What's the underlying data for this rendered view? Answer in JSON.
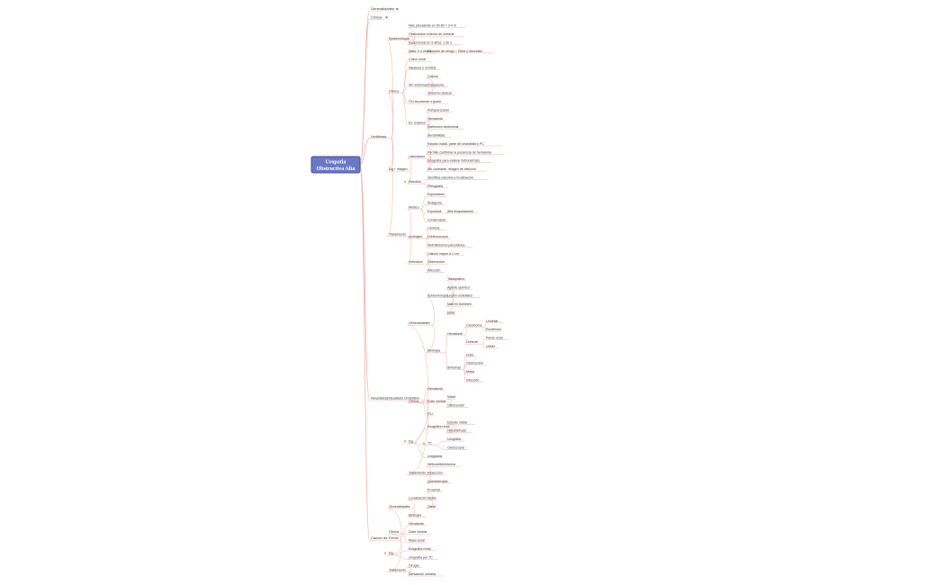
{
  "root": {
    "line1": "Uropatia",
    "line2": "Obstructiva Alta"
  },
  "colors": {
    "line": "#f2a49a",
    "dot_red": "#e24b3d",
    "dot_orange": "#f3a43b",
    "root": "#6b79c4"
  },
  "nodes": [
    {
      "id": "n1",
      "t": "Generalidades",
      "p": "root",
      "dot": "red"
    },
    {
      "id": "n2",
      "t": "Clínica",
      "p": "root",
      "dot": "red"
    },
    {
      "id": "n3",
      "t": "Urolitiasis",
      "p": "root"
    },
    {
      "id": "n4",
      "t": "Epidemiología",
      "p": "n3"
    },
    {
      "id": "n5",
      "t": "Más prevalente en 20-60 = 3-4 /h",
      "p": "n4"
    },
    {
      "id": "n6",
      "t": "Obstrucción externa de ureteral",
      "p": "n4"
    },
    {
      "id": "n7",
      "t": "Recurrencia en 5 años: 1 de 2",
      "p": "n4"
    },
    {
      "id": "n8",
      "t": "Masc 3-4 veces",
      "p": "n4"
    },
    {
      "id": "n9",
      "t": "Factores de riesgo = Dieta y obesidad",
      "p": "n8"
    },
    {
      "id": "n10",
      "t": "Clínica",
      "p": "n3"
    },
    {
      "id": "n11",
      "t": "Cólico renal",
      "p": "n10"
    },
    {
      "id": "n12",
      "t": "Náuseas y vómitos",
      "p": "n10"
    },
    {
      "id": "n13",
      "t": "Sin síntomas",
      "p": "n10"
    },
    {
      "id": "n14",
      "t": "Cólicos",
      "p": "n13"
    },
    {
      "id": "n15",
      "t": "Polaquiuria",
      "p": "n13"
    },
    {
      "id": "n16",
      "t": "Tenesmo vesical",
      "p": "n13"
    },
    {
      "id": "n17",
      "t": "ITU recurrente o grave",
      "p": "n10"
    },
    {
      "id": "n18",
      "t": "Ex. examen",
      "p": "n10"
    },
    {
      "id": "n19",
      "t": "Puñopercusión",
      "p": "n18"
    },
    {
      "id": "n20",
      "t": "Hematuria",
      "p": "n18"
    },
    {
      "id": "n21",
      "t": "Distensión abdominal",
      "p": "n18"
    },
    {
      "id": "n22",
      "t": "Sensibilidad",
      "p": "n18"
    },
    {
      "id": "n23",
      "t": "Dg + Imagen",
      "p": "n3"
    },
    {
      "id": "n24",
      "t": "Laboratorio",
      "p": "n23"
    },
    {
      "id": "n25",
      "t": "Estudio inicial, parte de urianálisis y PC",
      "p": "n24"
    },
    {
      "id": "n26",
      "t": "Permite confirmar la presencia de hematuria",
      "p": "n24"
    },
    {
      "id": "n27",
      "t": "Ecografía para evaluar hidronefrosis",
      "p": "n24"
    },
    {
      "id": "n28",
      "t": "Sin contraste, imagen de elección",
      "p": "n24"
    },
    {
      "id": "n29",
      "t": "Estudios",
      "p": "n23",
      "dot": "orange"
    },
    {
      "id": "n30",
      "t": "Identifica cálculos y localización",
      "p": "n29"
    },
    {
      "id": "n31",
      "t": "Pielografía",
      "p": "n29"
    },
    {
      "id": "n32",
      "t": "Tratamiento",
      "p": "n3"
    },
    {
      "id": "n33",
      "t": "Médico",
      "p": "n32"
    },
    {
      "id": "n34",
      "t": "Espontáneo",
      "p": "n33"
    },
    {
      "id": "n35",
      "t": "Analgesia",
      "p": "n33"
    },
    {
      "id": "n36",
      "t": "Expulsiva",
      "p": "n33"
    },
    {
      "id": "n37",
      "t": "Alfa bloqueadores",
      "p": "n36"
    },
    {
      "id": "n38",
      "t": "Conservador",
      "p": "n33"
    },
    {
      "id": "n39",
      "t": "Urológico",
      "p": "n32"
    },
    {
      "id": "n40",
      "t": "Litotricia",
      "p": "n39"
    },
    {
      "id": "n41",
      "t": "Ureteroscopía",
      "p": "n39"
    },
    {
      "id": "n42",
      "t": "Nefrolitotomía percutánea",
      "p": "n39"
    },
    {
      "id": "n43",
      "t": "Indicación",
      "p": "n32"
    },
    {
      "id": "n44",
      "t": "Cálculo mayor a 1 cm",
      "p": "n43"
    },
    {
      "id": "n45",
      "t": "Obstrucción",
      "p": "n43"
    },
    {
      "id": "n46",
      "t": "Infección",
      "p": "n43"
    },
    {
      "id": "n47",
      "t": "Neoplasias",
      "p": "root"
    },
    {
      "id": "n48",
      "t": "Neoplasia Uroteliales",
      "p": "n47"
    },
    {
      "id": "n49",
      "t": "Generalidades",
      "p": "n48"
    },
    {
      "id": "n50",
      "t": "Epidemiología",
      "p": "n49"
    },
    {
      "id": "n51",
      "t": "Tabaquismo",
      "p": "n50"
    },
    {
      "id": "n52",
      "t": "Agente químico",
      "p": "n50"
    },
    {
      "id": "n53",
      "t": "Lesión uroteliales",
      "p": "n50"
    },
    {
      "id": "n54",
      "t": "Más en hombres",
      "p": "n50"
    },
    {
      "id": "n55",
      "t": "Edad",
      "p": "n50"
    },
    {
      "id": "n56",
      "t": "Etiología",
      "p": "n49"
    },
    {
      "id": "n57",
      "t": "Hematuria",
      "p": "n56"
    },
    {
      "id": "n58",
      "t": "Carcinoma",
      "p": "n57"
    },
    {
      "id": "n59",
      "t": "Urotelial",
      "p": "n58"
    },
    {
      "id": "n60",
      "t": "Escamoso",
      "p": "n58"
    },
    {
      "id": "n61",
      "t": "Ureteral",
      "p": "n57"
    },
    {
      "id": "n62",
      "t": "Pelvis renal",
      "p": "n61"
    },
    {
      "id": "n63",
      "t": "Uréter",
      "p": "n61"
    },
    {
      "id": "n64",
      "t": "Síntomas",
      "p": "n56"
    },
    {
      "id": "n65",
      "t": "Dolor",
      "p": "n64"
    },
    {
      "id": "n66",
      "t": "Obstrucción",
      "p": "n64"
    },
    {
      "id": "n67",
      "t": "Masa",
      "p": "n64"
    },
    {
      "id": "n68",
      "t": "Infección",
      "p": "n64"
    },
    {
      "id": "n69",
      "t": "Clínica",
      "p": "n48"
    },
    {
      "id": "n70",
      "t": "Hematuria",
      "p": "n69"
    },
    {
      "id": "n71",
      "t": "Dolor lumbar",
      "p": "n69"
    },
    {
      "id": "n72",
      "t": "Masa",
      "p": "n71"
    },
    {
      "id": "n73",
      "t": "Obstrucción",
      "p": "n71"
    },
    {
      "id": "n74",
      "t": "ITU",
      "p": "n69"
    },
    {
      "id": "n75",
      "t": "Dg",
      "p": "n48",
      "dot": "orange"
    },
    {
      "id": "n76",
      "t": "Ecografía renal",
      "p": "n75"
    },
    {
      "id": "n77",
      "t": "Estudio inicial",
      "p": "n76"
    },
    {
      "id": "n78",
      "t": "Hidronefrosis",
      "p": "n76"
    },
    {
      "id": "n79",
      "t": "TC",
      "p": "n75",
      "dot": "orange"
    },
    {
      "id": "n80",
      "t": "Urografía",
      "p": "n79"
    },
    {
      "id": "n81",
      "t": "Cistoscopía",
      "p": "n79"
    },
    {
      "id": "n82",
      "t": "Urograma",
      "p": "n75"
    },
    {
      "id": "n83",
      "t": "Tratamiento",
      "p": "n48"
    },
    {
      "id": "n84",
      "t": "Nefroureterectomía",
      "p": "n83"
    },
    {
      "id": "n85",
      "t": "Resección",
      "p": "n83"
    },
    {
      "id": "n86",
      "t": "Quimioterapia",
      "p": "n83"
    },
    {
      "id": "n87",
      "t": "Cáncer de Cérvix",
      "p": "root"
    },
    {
      "id": "n88",
      "t": "Generalidades",
      "p": "n87"
    },
    {
      "id": "n89",
      "t": "Localización",
      "p": "n88"
    },
    {
      "id": "n90",
      "t": "Proximal",
      "p": "n89"
    },
    {
      "id": "n91",
      "t": "Medio",
      "p": "n89"
    },
    {
      "id": "n92",
      "t": "Distal",
      "p": "n89"
    },
    {
      "id": "n93",
      "t": "Etiología",
      "p": "n88"
    },
    {
      "id": "n94",
      "t": "Clínica",
      "p": "n87"
    },
    {
      "id": "n95",
      "t": "Hematuria",
      "p": "n94"
    },
    {
      "id": "n96",
      "t": "Dolor lumbar",
      "p": "n94"
    },
    {
      "id": "n97",
      "t": "Masa renal",
      "p": "n94"
    },
    {
      "id": "n98",
      "t": "Dg",
      "p": "n87",
      "dot": "orange"
    },
    {
      "id": "n99",
      "t": "Ecografía renal",
      "p": "n98"
    },
    {
      "id": "n100",
      "t": "Urografía por TC",
      "p": "n98"
    },
    {
      "id": "n101",
      "t": "Tratamiento",
      "p": "n87"
    },
    {
      "id": "n102",
      "t": "Cirugía",
      "p": "n101"
    },
    {
      "id": "n103",
      "t": "Derivación urinaria",
      "p": "n101"
    }
  ]
}
